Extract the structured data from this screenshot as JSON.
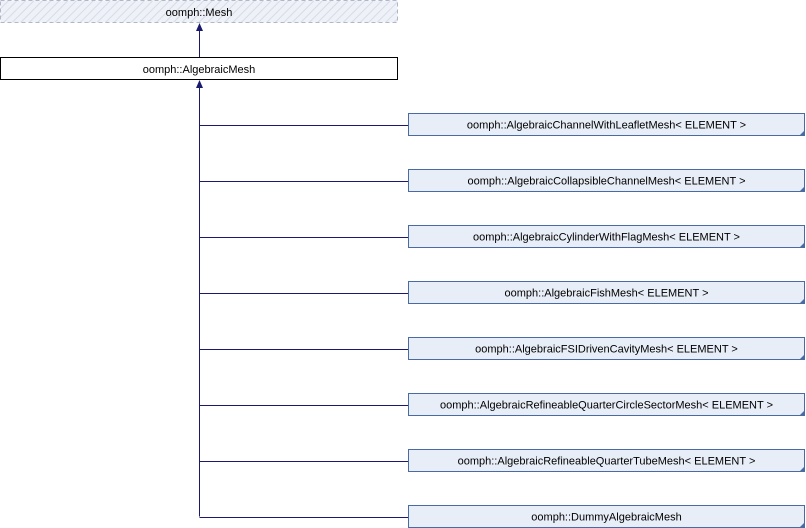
{
  "colors": {
    "edge": "#191970",
    "base_fill": "#e8ecf4",
    "base_border": "#b0b8c8",
    "current_fill": "#ffffff",
    "current_border": "#000000",
    "derived_fill": "#e8eef7",
    "derived_border": "#4a6aa5"
  },
  "base_class": {
    "label": "oomph::Mesh"
  },
  "current_class": {
    "label": "oomph::AlgebraicMesh"
  },
  "derived_classes": [
    {
      "label": "oomph::AlgebraicChannelWithLeafletMesh< ELEMENT >"
    },
    {
      "label": "oomph::AlgebraicCollapsibleChannelMesh< ELEMENT >"
    },
    {
      "label": "oomph::AlgebraicCylinderWithFlagMesh< ELEMENT >"
    },
    {
      "label": "oomph::AlgebraicFishMesh< ELEMENT >"
    },
    {
      "label": "oomph::AlgebraicFSIDrivenCavityMesh< ELEMENT >"
    },
    {
      "label": "oomph::AlgebraicRefineableQuarterCircleSectorMesh< ELEMENT >"
    },
    {
      "label": "oomph::AlgebraicRefineableQuarterTubeMesh< ELEMENT >"
    },
    {
      "label": "oomph::DummyAlgebraicMesh"
    }
  ]
}
